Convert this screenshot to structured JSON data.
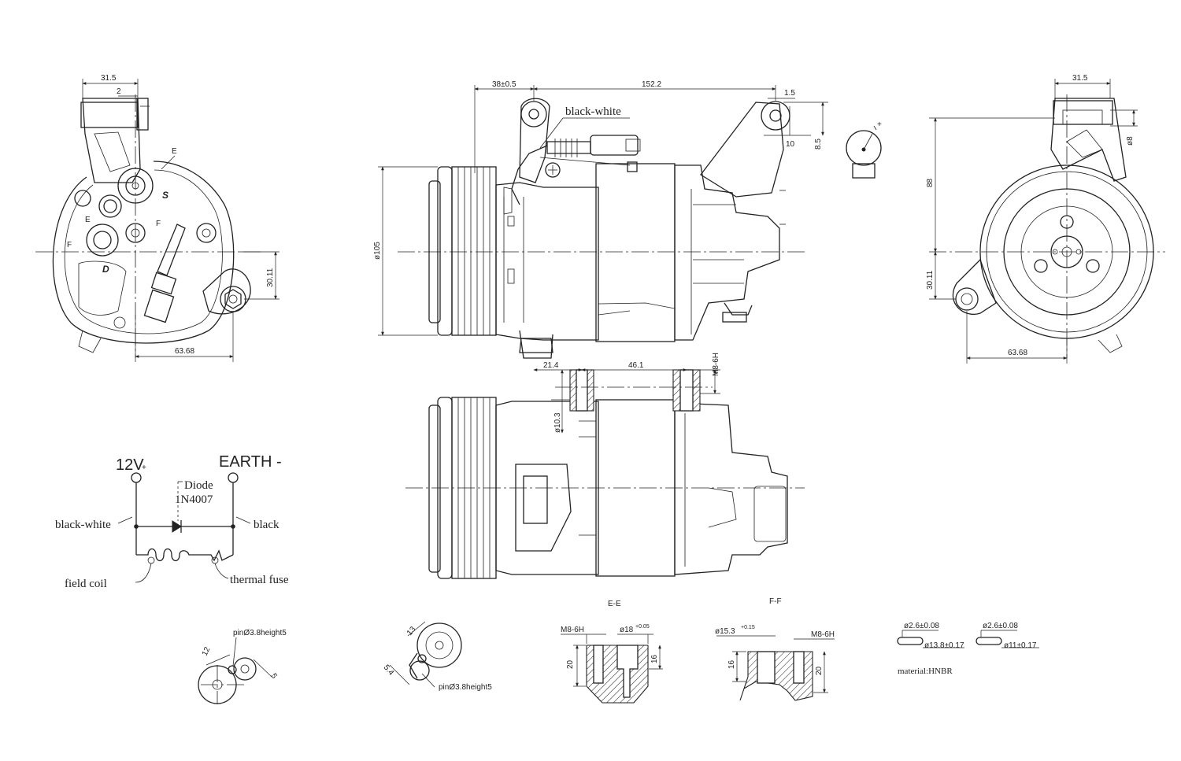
{
  "front_view": {
    "dims": [
      "31.5",
      "2",
      "30.11",
      "63.68"
    ],
    "marks": [
      "E",
      "E",
      "S",
      "F",
      "F",
      "D"
    ]
  },
  "side_view": {
    "dims": [
      "38±0.5",
      "152.2",
      "1.5",
      "ø105",
      "10",
      "8.5"
    ],
    "wire_label": "black-white"
  },
  "rear_view": {
    "dims": [
      "31.5",
      "88",
      "30.11",
      "63.68",
      "ø8"
    ]
  },
  "top_view": {
    "dims": [
      "21.4",
      "46.1",
      "M8-6H",
      "ø10.3"
    ]
  },
  "connector": {
    "mark": "+"
  },
  "circuit": {
    "v12": "12V",
    "plus": "+",
    "earth": "EARTH -",
    "diode": "Diode",
    "diode_model": "1N4007",
    "black_white": "black-white",
    "black": "black",
    "field_coil": "field coil",
    "thermal_fuse": "thermal fuse"
  },
  "pin_details": {
    "a": {
      "label": "pinØ3.8height5",
      "d1": "12",
      "d2": "5"
    },
    "b": {
      "label": "pinØ3.8height5",
      "d1": "13",
      "d2": "5.4"
    }
  },
  "sections": {
    "ee": {
      "title": "E-E",
      "thread": "M8-6H",
      "bore": "ø18",
      "tol": "+0.05",
      "h_left": "20",
      "h_right": "16"
    },
    "ff": {
      "title": "F-F",
      "bore": "ø15.3",
      "tol": "+0.15",
      "thread": "M8-6H",
      "h_left": "16",
      "h_right": "20"
    }
  },
  "orings": {
    "a_wire": "ø2.6±0.08",
    "a_id": "ø13.8±0.17",
    "b_wire": "ø2.6±0.08",
    "b_id": "ø11±0.17",
    "material": "material:HNBR"
  }
}
